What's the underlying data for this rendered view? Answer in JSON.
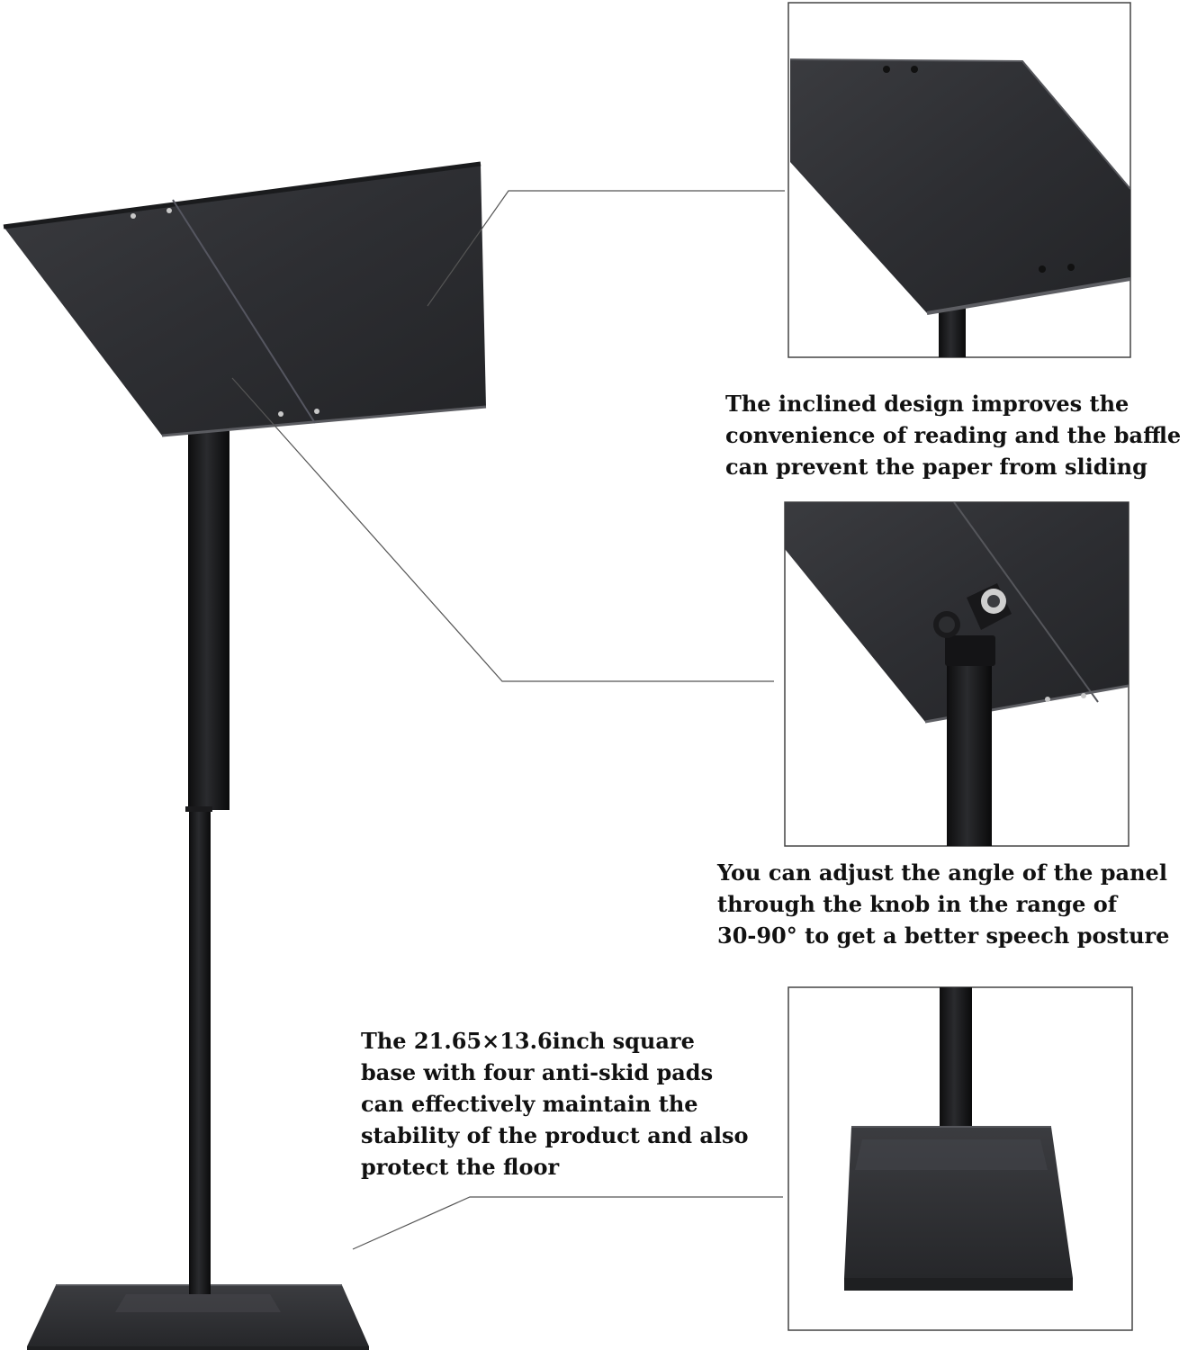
{
  "captions": {
    "panel": {
      "lines": [
        "The inclined design improves the",
        "convenience of reading and the baffle",
        "can prevent the paper from sliding"
      ]
    },
    "angle": {
      "lines": [
        "You can adjust the angle of the panel",
        "through the knob in the range of",
        "30-90° to get a better speech posture"
      ]
    },
    "base": {
      "lines": [
        "The 21.65×13.6inch square",
        "base with four anti-skid pads",
        "can effectively maintain the",
        "stability of the product and also",
        "protect the floor"
      ]
    }
  },
  "colors": {
    "background": "#ffffff",
    "product_black": "#2b2c2f",
    "text": "#111111",
    "callout_line": "#555555",
    "inset_border": "#444444"
  }
}
